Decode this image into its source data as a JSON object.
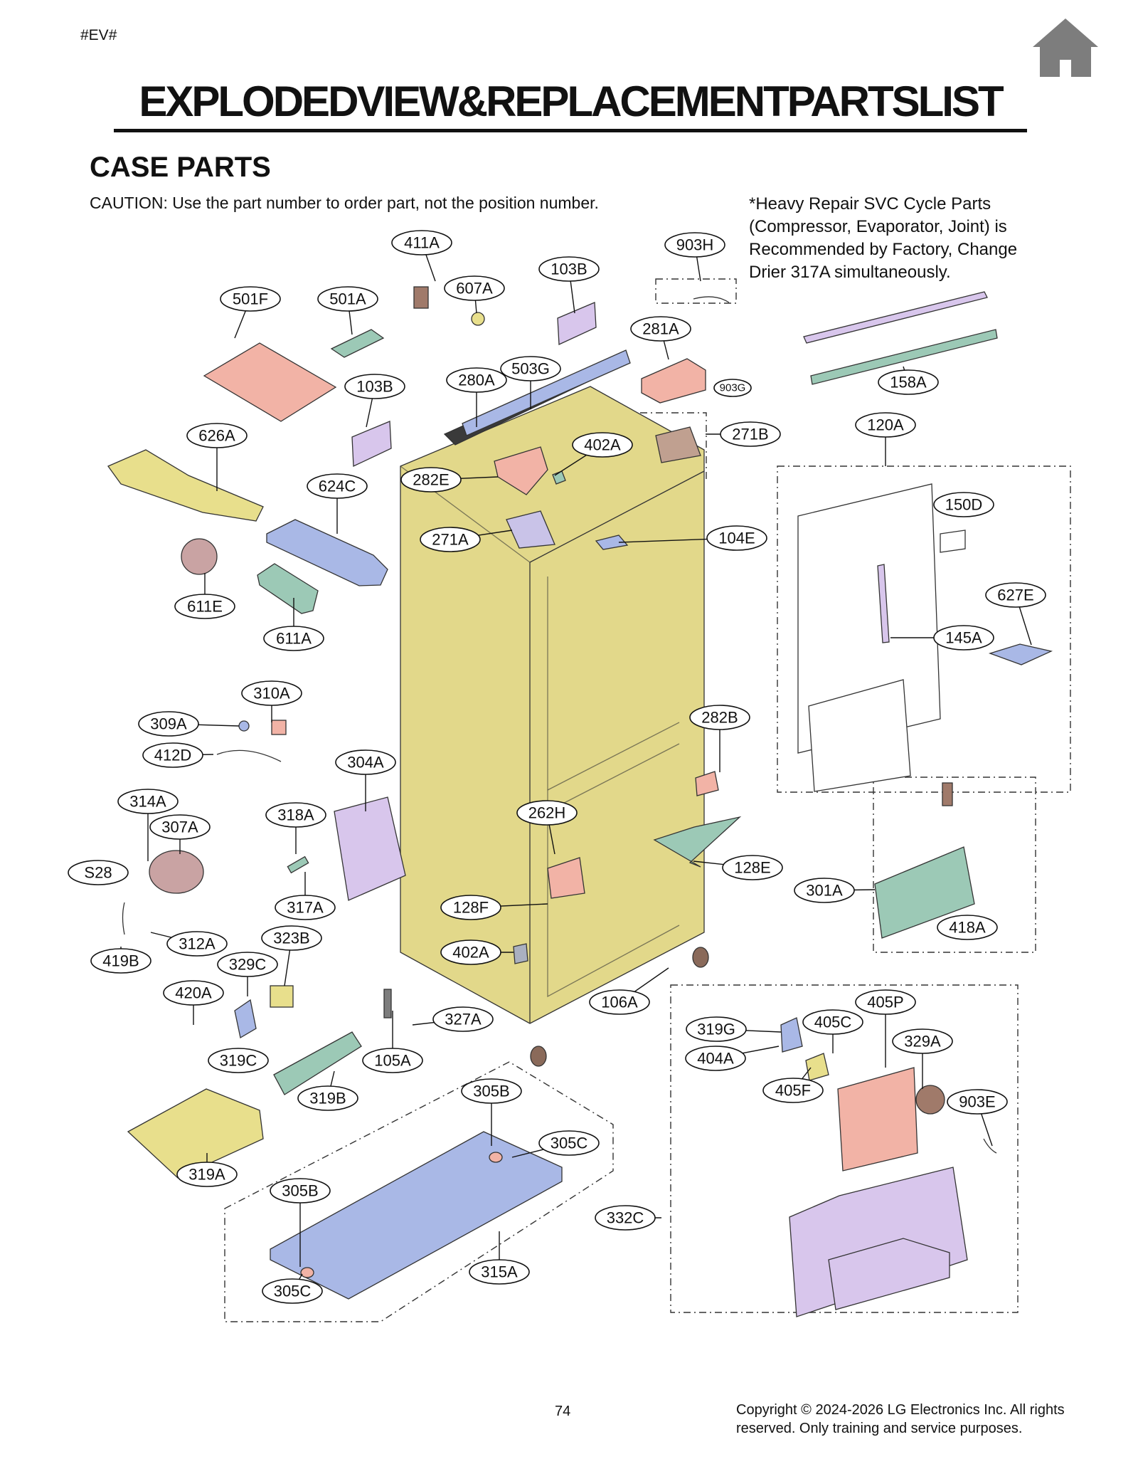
{
  "header": {
    "tag": "#EV#",
    "title": "EXPLODEDVIEW&REPLACEMENTPARTSLIST",
    "subtitle": "CASE PARTS",
    "caution": "CAUTION: Use the part number to order part, not the position number."
  },
  "note": {
    "line1": "*Heavy Repair SVC Cycle Parts",
    "line2": "(Compressor, Evaporator, Joint) is",
    "line3": "Recommended by Factory, Change",
    "line4": "Drier 317A simultaneously."
  },
  "callouts": [
    "411A",
    "903H",
    "103B",
    "607A",
    "501F",
    "501A",
    "281A",
    "103B",
    "280A",
    "503G",
    "903G",
    "158A",
    "626A",
    "402A",
    "271B",
    "120A",
    "624C",
    "282E",
    "150D",
    "271A",
    "104E",
    "611E",
    "627E",
    "145A",
    "611A",
    "310A",
    "309A",
    "282B",
    "412D",
    "304A",
    "314A",
    "307A",
    "318A",
    "262H",
    "S28",
    "128E",
    "301A",
    "317A",
    "128F",
    "418A",
    "323B",
    "312A",
    "419B",
    "329C",
    "402A",
    "420A",
    "106A",
    "405P",
    "327A",
    "319G",
    "405C",
    "329A",
    "319C",
    "105A",
    "404A",
    "405F",
    "319B",
    "305B",
    "903E",
    "305C",
    "319A",
    "305B",
    "332C",
    "315A",
    "305C"
  ],
  "footer": {
    "page_number": "74",
    "copyright_line1": "Copyright © 2024-2026 LG Electronics Inc. All rights",
    "copyright_line2": "reserved. Only training and service purposes."
  },
  "colors": {
    "cabinet": "#e2d88a",
    "pink_parts": "#f2b3a6",
    "blue_parts": "#a9b8e6",
    "lavender_parts": "#d8c6ec",
    "green_parts": "#9cc9b6",
    "yellow_parts": "#e8df8c"
  },
  "icons": [
    "home-icon"
  ]
}
